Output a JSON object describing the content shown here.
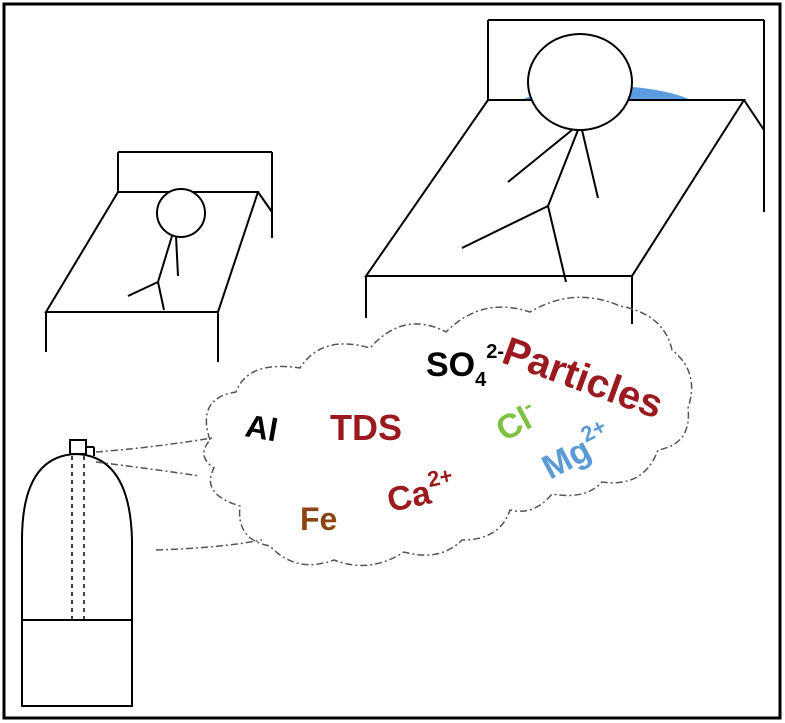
{
  "colors": {
    "black": "#000000",
    "dark_red": "#9a1a1f",
    "green": "#7dc242",
    "blue": "#5b9bd5",
    "brown": "#8b4513",
    "small_pillow": "#8cc63f",
    "large_pillow": "#5b9be0"
  },
  "labels": {
    "particles": "Particles",
    "so4": "SO",
    "so4_sub": "4",
    "so4_sup": "2-",
    "al": "Al",
    "tds": "TDS",
    "cl": "Cl",
    "cl_sup": "-",
    "mg": "Mg",
    "mg_sup": "2+",
    "fe": "Fe",
    "ca": "Ca",
    "ca_sup": "2+"
  },
  "icons": {
    "humidifier": "humidifier-tank-icon",
    "small_bed": "child-in-bed-icon",
    "large_bed": "adult-in-bed-icon"
  }
}
